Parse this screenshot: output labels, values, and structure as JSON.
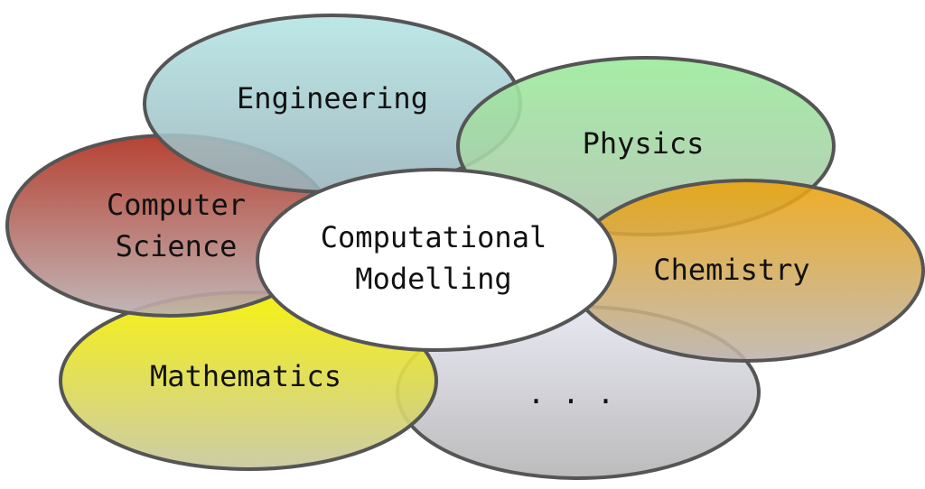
{
  "center": {
    "line1": "Computational",
    "line2": "Modelling"
  },
  "fields": [
    {
      "label": "...",
      "top_color": "#e6e6f2",
      "bottom_color": "#b6b6b6"
    },
    {
      "label": "Mathematics",
      "top_color": "#f6f000",
      "bottom_color": "#c8c8a0"
    },
    {
      "label_line1": "Computer",
      "label_line2": "Science",
      "top_color": "#b03222",
      "bottom_color": "#bcb0b0"
    },
    {
      "label": "Engineering",
      "top_color": "#b4e4e4",
      "bottom_color": "#98b4bc"
    },
    {
      "label": "Physics",
      "top_color": "#9ceb9c",
      "bottom_color": "#b0c4b0"
    },
    {
      "label": "Chemistry",
      "top_color": "#eca208",
      "bottom_color": "#bcb4ac"
    }
  ]
}
